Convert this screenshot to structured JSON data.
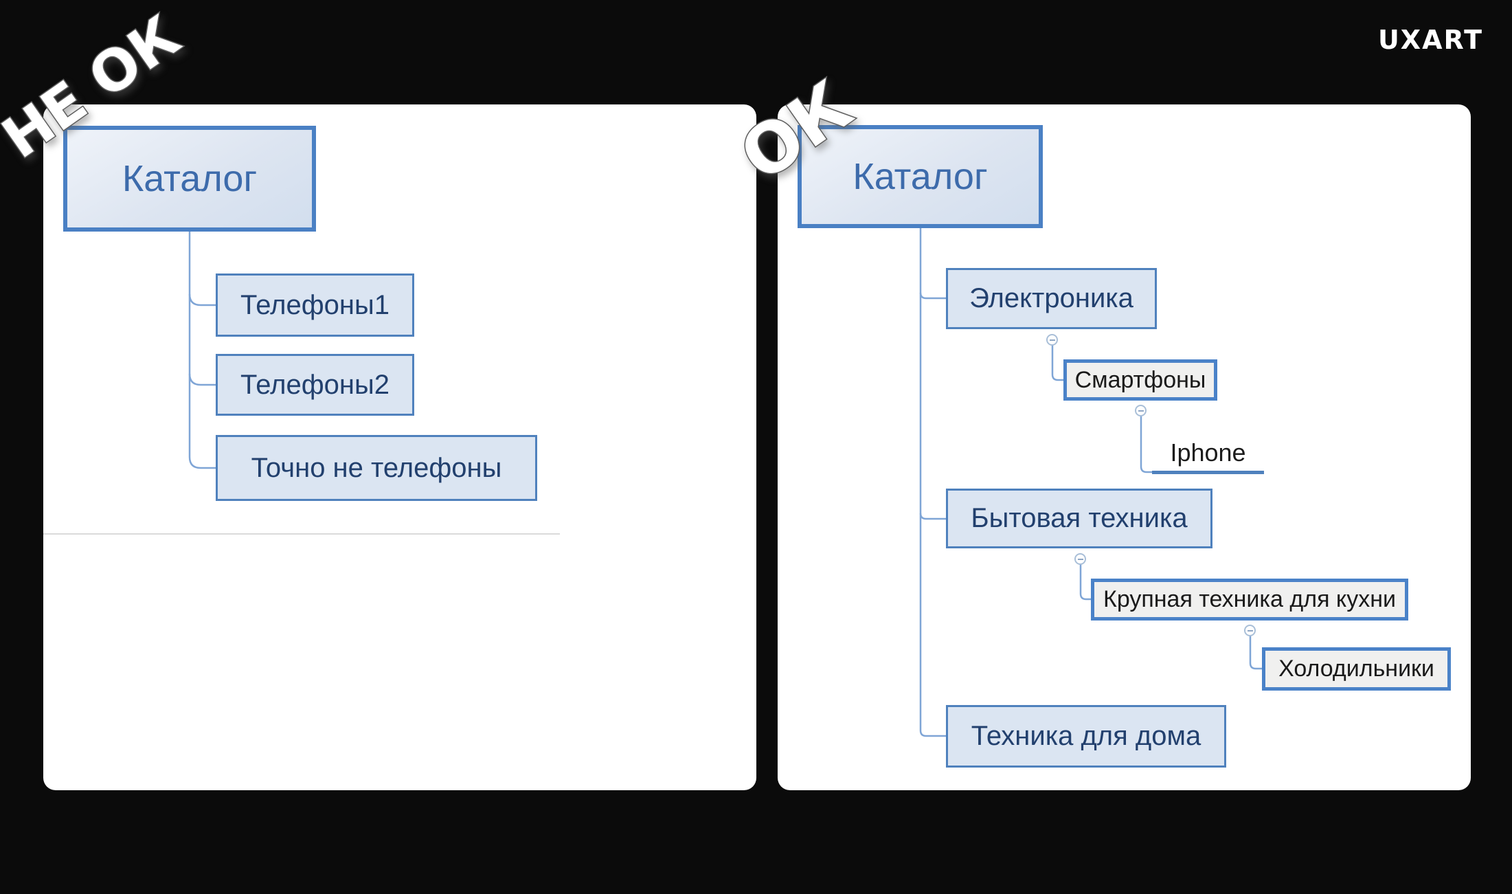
{
  "brand": "UXART",
  "colors": {
    "background": "#0b0b0b",
    "panel": "#ffffff",
    "accent_border": "#4f81bd",
    "root_border": "#4a80c4",
    "blue_fill": "#dbe5f2",
    "gray_fill": "#f0f0ef",
    "root_text": "#3d6bab",
    "navy_text": "#22406e",
    "connector": "#7fa5d6",
    "underline": "#4f81bd"
  },
  "icons": {
    "collapse": "minus-circle"
  },
  "panels": {
    "left": {
      "caption": "НЕ ОК",
      "root": {
        "label": "Каталог"
      },
      "children": [
        {
          "label": "Телефоны1"
        },
        {
          "label": "Телефоны2"
        },
        {
          "label": "Точно не телефоны"
        }
      ]
    },
    "right": {
      "caption": "ОК",
      "root": {
        "label": "Каталог"
      },
      "children": [
        {
          "label": "Электроника",
          "children": [
            {
              "label": "Смартфоны",
              "children": [
                {
                  "label": "Iphone"
                }
              ]
            }
          ]
        },
        {
          "label": "Бытовая техника",
          "children": [
            {
              "label": "Крупная техника для кухни",
              "children": [
                {
                  "label": "Холодильники"
                }
              ]
            }
          ]
        },
        {
          "label": "Техника для дома"
        }
      ]
    }
  }
}
